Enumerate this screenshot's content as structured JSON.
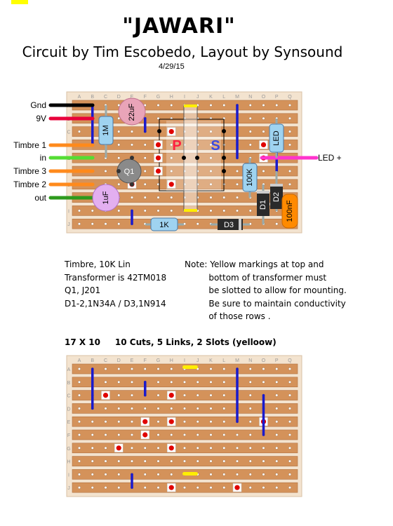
{
  "header": {
    "title": "\"JAWARI\"",
    "subtitle": "Circuit by Tim Escobedo, Layout by Synsound",
    "date": "4/29/15"
  },
  "board": {
    "columns": [
      "A",
      "B",
      "C",
      "D",
      "E",
      "F",
      "G",
      "H",
      "I",
      "J",
      "K",
      "L",
      "M",
      "N",
      "O",
      "P",
      "Q"
    ],
    "rows": [
      "A",
      "B",
      "C",
      "D",
      "E",
      "F",
      "G",
      "H",
      "I",
      "J"
    ]
  },
  "wires": {
    "gnd": "Gnd",
    "v9": "9V",
    "timbre1": "Timbre 1",
    "in": "in",
    "timbre3": "Timbre 3",
    "timbre2": "Timbre 2",
    "out": "out",
    "led_plus": "LED +"
  },
  "components": {
    "r1m": "1M",
    "c22uf": "22uF",
    "q1": "Q1",
    "c1uf": "1uF",
    "pot_p": "P",
    "pot_s": "S",
    "led": "LED",
    "r100k": "100K",
    "d1": "D1",
    "d2": "D2",
    "c100nf": "100nF",
    "r1k": "1K",
    "d3": "D3"
  },
  "notes": {
    "left": [
      "Timbre, 10K Lin",
      "Transformer is 42TM018",
      "Q1, J201",
      "D1-2,1N34A / D3,1N914"
    ],
    "right": [
      "Note: Yellow markings at top and",
      "         bottom of transformer must",
      "         be slotted to allow for mounting.",
      "         Be sure to maintain conductivity",
      "         of those rows ."
    ]
  },
  "summary": "17 X 10     10 Cuts, 5 Links, 2 Slots (yelloow)",
  "colors": {
    "board": "#c58c5e",
    "strip": "#d99a62",
    "link": "#1a1acc",
    "cut": "#e00000",
    "slot": "#ffee00",
    "pot_p": "#ff2040",
    "pot_s": "#3a4ae0"
  }
}
